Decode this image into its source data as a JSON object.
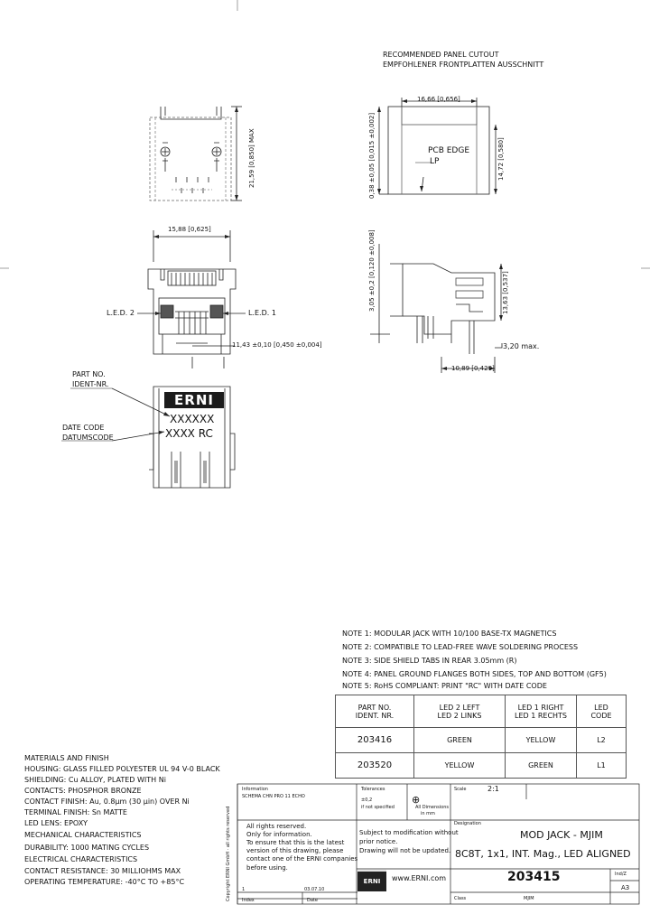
{
  "cutout": {
    "title_en": "RECOMMENDED PANEL CUTOUT",
    "title_de": "EMPFOHLENER FRONTPLATTEN AUSSCHNITT",
    "width_dim": "16,66 [0,656]",
    "height_dim": "14,72 [0,580]",
    "offset_dim": "0,38 ±0,05 [0,015 ±0,002]",
    "pcb_edge": "PCB EDGE",
    "lp": "LP"
  },
  "front_view": {
    "height_dim": "21,59 [0,850] MAX",
    "width_dim": "15,88 [0,625]",
    "offset_dim": "11,43 ±0,10 [0,450 ±0,004]",
    "led2_label": "L.E.D. 2",
    "led1_label": "L.E.D. 1"
  },
  "side_view": {
    "height_dim": "13,63 [0,537]",
    "tab_dim": "3,05 ±0,2 [0,120 ±0,008]",
    "depth_dim": "10,89 [0,429]",
    "max_dim": "3,20 max."
  },
  "marking": {
    "part_no": "PART NO.",
    "ident_nr": "IDENT-NR.",
    "date_code": "DATE CODE",
    "datumscode": "DATUMSCODE",
    "logo": "ERNI",
    "xxx": "XXXXXX",
    "xxxx_rc": "XXXX RC"
  },
  "notes": [
    "NOTE 1:  MODULAR JACK WITH 10/100 BASE-TX MAGNETICS",
    "NOTE 2:  COMPATIBLE TO LEAD-FREE WAVE SOLDERING PROCESS",
    "NOTE 3:  SIDE SHIELD TABS IN REAR 3.05mm (R)",
    "NOTE 4:  PANEL GROUND FLANGES BOTH SIDES, TOP AND BOTTOM (GF5)",
    "NOTE 5:  RoHS COMPLIANT: PRINT \"RC\" WITH DATE CODE"
  ],
  "led_table": {
    "headers": [
      [
        "PART NO.",
        "IDENT. NR."
      ],
      [
        "LED 2 LEFT",
        "LED 2 LINKS"
      ],
      [
        "LED 1 RIGHT",
        "LED 1 RECHTS"
      ],
      [
        "LED",
        "CODE"
      ]
    ],
    "rows": [
      [
        "203416",
        "GREEN",
        "YELLOW",
        "L2"
      ],
      [
        "203520",
        "YELLOW",
        "GREEN",
        "L1"
      ]
    ]
  },
  "materials": [
    "MATERIALS AND FINISH",
    "   HOUSING: GLASS FILLED POLYESTER UL 94 V-0 BLACK",
    "   SHIELDING: Cu ALLOY, PLATED WITH Ni",
    "   CONTACTS: PHOSPHOR BRONZE",
    "   CONTACT FINISH: Au, 0.8µm (30 µin) OVER Ni",
    "   TERMINAL FINISH: Sn MATTE",
    "   LED LENS:   EPOXY",
    "MECHANICAL CHARACTERISTICS",
    "   DURABILITY: 1000 MATING CYCLES",
    "ELECTRICAL CHARACTERISTICS",
    "   CONTACT RESISTANCE: 30 MILLIOHMS MAX",
    "   OPERATING TEMPERATURE: -40°C TO +85°C"
  ],
  "title_block": {
    "information_label": "Information",
    "information_value": "SCHEMA CHN PRO 11 ECHO",
    "tolerances_label": "Tolerances",
    "tolerances_value": "±0,2",
    "unless_specified": "if not specified",
    "dimensions_label": "All Dimensions",
    "dimensions_unit": "in mm",
    "scale_label": "Scale",
    "scale_value": "2:1",
    "copyright": [
      "All rights reserved.",
      "Only for information.",
      "To ensure that this is the latest",
      "version of this drawing, please",
      "contact one of the ERNI companies",
      "before using."
    ],
    "subject": [
      "Subject to modification without",
      "prior notice.",
      "Drawing will not be updated."
    ],
    "designation_label": "Designation",
    "designation_1": "MOD JACK - MJIM",
    "designation_2": "8C8T, 1x1, INT. Mag., LED ALIGNED",
    "logo_small": "ERNI",
    "website": "www.ERNI.com",
    "drawing_no": "203415",
    "rev_label": "Ind/Z",
    "format": "A3",
    "index_label": "Index",
    "date_label": "Date",
    "date_value": "03.07.10",
    "index_value": "1",
    "class_label": "Class",
    "class_value": "MJIM",
    "side_note": "Copyright ERNI GmbH · all rights reserved"
  }
}
